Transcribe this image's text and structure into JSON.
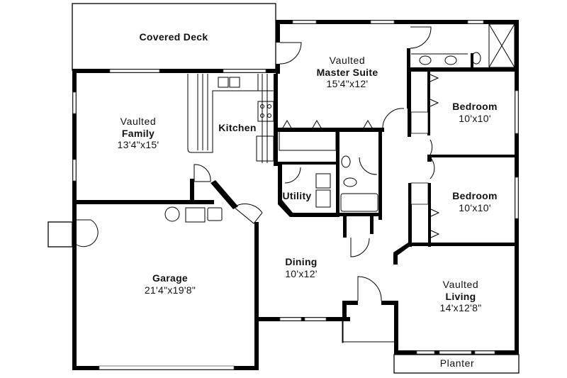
{
  "floor_plan": {
    "rooms": {
      "covered_deck": {
        "name": "Covered Deck"
      },
      "master_suite": {
        "prefix": "Vaulted",
        "name": "Master Suite",
        "dims": "15'4\"x12'"
      },
      "bedroom_1": {
        "name": "Bedroom",
        "dims": "10'x10'"
      },
      "family": {
        "prefix": "Vaulted",
        "name": "Family",
        "dims": "13'4\"x15'"
      },
      "kitchen": {
        "name": "Kitchen"
      },
      "bedroom_2": {
        "name": "Bedroom",
        "dims": "10'x10'"
      },
      "utility": {
        "name": "Utility"
      },
      "garage": {
        "name": "Garage",
        "dims": "21'4\"x19'8\""
      },
      "dining": {
        "name": "Dining",
        "dims": "10'x12'"
      },
      "living": {
        "prefix": "Vaulted",
        "name": "Living",
        "dims": "14'x12'8\""
      },
      "planter": {
        "name": "Planter"
      }
    }
  }
}
